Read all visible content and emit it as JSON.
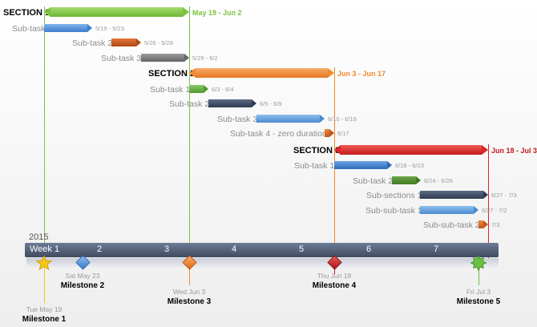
{
  "year": "2015",
  "weeks": [
    "Week 1",
    "2",
    "3",
    "4",
    "5",
    "6",
    "7"
  ],
  "sections": [
    {
      "label": "SECTION 1",
      "dates": "May 19 - Jun 2",
      "color": "#7cc242"
    },
    {
      "label": "SECTION 2",
      "dates": "Jun 3 - Jun 17",
      "color": "#f28a2e"
    },
    {
      "label": "SECTION 3",
      "dates": "Jun 18 - Jul 3",
      "color": "#d9252a"
    }
  ],
  "tasks": [
    {
      "label": "Sub-task",
      "dates": "5/19 - 5/23",
      "color": "#4a90d9"
    },
    {
      "label": "Sub-task 2",
      "dates": "5/26 - 5/28",
      "color": "#c8561c"
    },
    {
      "label": "Sub-task 3",
      "dates": "5/29 - 6/2",
      "color": "#7a7a7a"
    },
    {
      "label": "Sub-task 1",
      "dates": "6/3 - 6/4",
      "color": "#6aa842"
    },
    {
      "label": "Sub-task 2",
      "dates": "6/5 - 6/9",
      "color": "#3c4a63"
    },
    {
      "label": "Sub-task 3",
      "dates": "6/10 - 6/16",
      "color": "#5b9bd5"
    },
    {
      "label": "Sub-task 4 - zero duration",
      "dates": "6/17",
      "color": "#d8641e"
    },
    {
      "label": "Sub-task 1",
      "dates": "6/18 - 6/23",
      "color": "#3a78c8"
    },
    {
      "label": "Sub-task 2",
      "dates": "6/24 - 6/26",
      "color": "#4f8a2e"
    },
    {
      "label": "Sub-sections 1",
      "dates": "6/27 - 7/3",
      "color": "#3c4a63"
    },
    {
      "label": "Sub-sub-task 1",
      "dates": "6/27 - 7/2",
      "color": "#5b9bd5"
    },
    {
      "label": "Sub-sub-task 2",
      "dates": "7/3",
      "color": "#d8641e"
    }
  ],
  "milestones": [
    {
      "date": "Tue May 19",
      "name": "Milestone 1",
      "icon": "star-icon",
      "color": "#f5c518"
    },
    {
      "date": "Sat May 23",
      "name": "Milestone 2",
      "icon": "diamond-icon",
      "color": "#4a90d9"
    },
    {
      "date": "Wed Jun 3",
      "name": "Milestone 3",
      "icon": "diamond-icon",
      "color": "#f28a2e"
    },
    {
      "date": "Thu Jun 18",
      "name": "Milestone 4",
      "icon": "diamond-icon",
      "color": "#c0202a"
    },
    {
      "date": "Fri Jul 3",
      "name": "Milestone 5",
      "icon": "starburst-icon",
      "color": "#6abf45"
    }
  ]
}
